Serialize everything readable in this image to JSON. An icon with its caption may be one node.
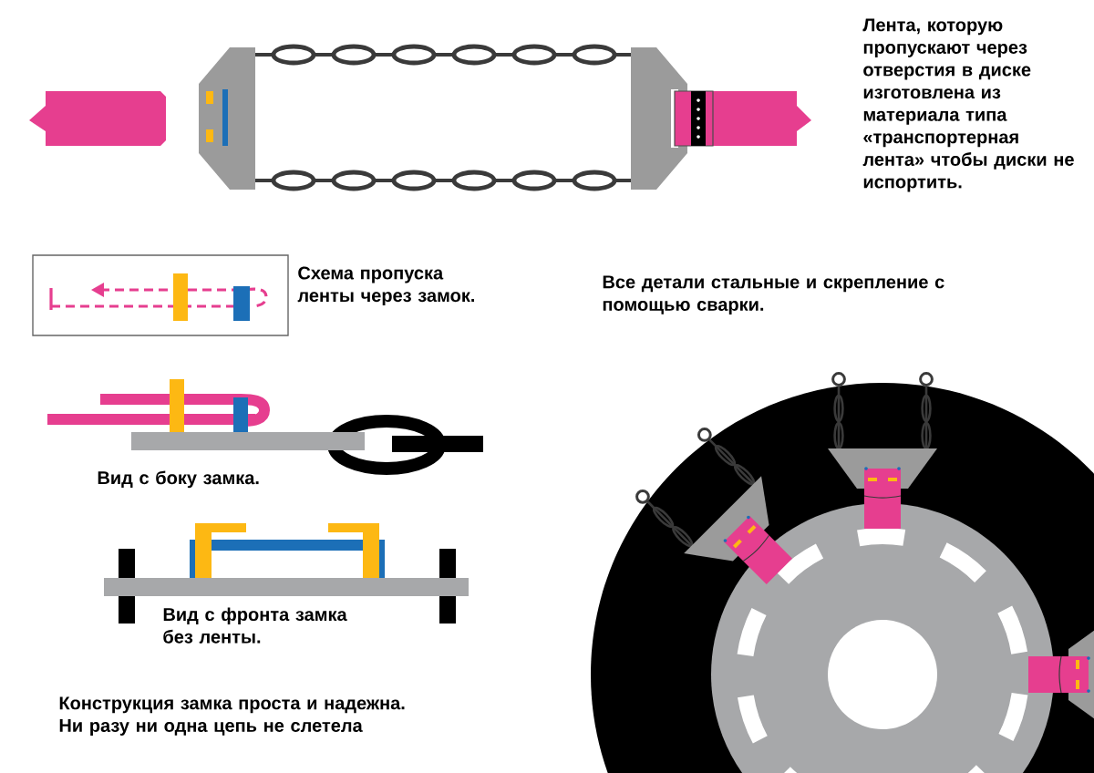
{
  "diagram": {
    "labels": [
      "Лента, которую пропускают через отверстия в диске изготовлена из материала типа «транспортерная лента» чтобы диски не испортить.",
      "Схема пропуска ленты через замок.",
      "Все детали стальные и скрепление с помощью сварки.",
      "Вид с боку замка.",
      "Вид с фронта замка без ленты.",
      "Конструкция замка проста и надежна. Ни разу ни одна цепь не слетела"
    ]
  }
}
